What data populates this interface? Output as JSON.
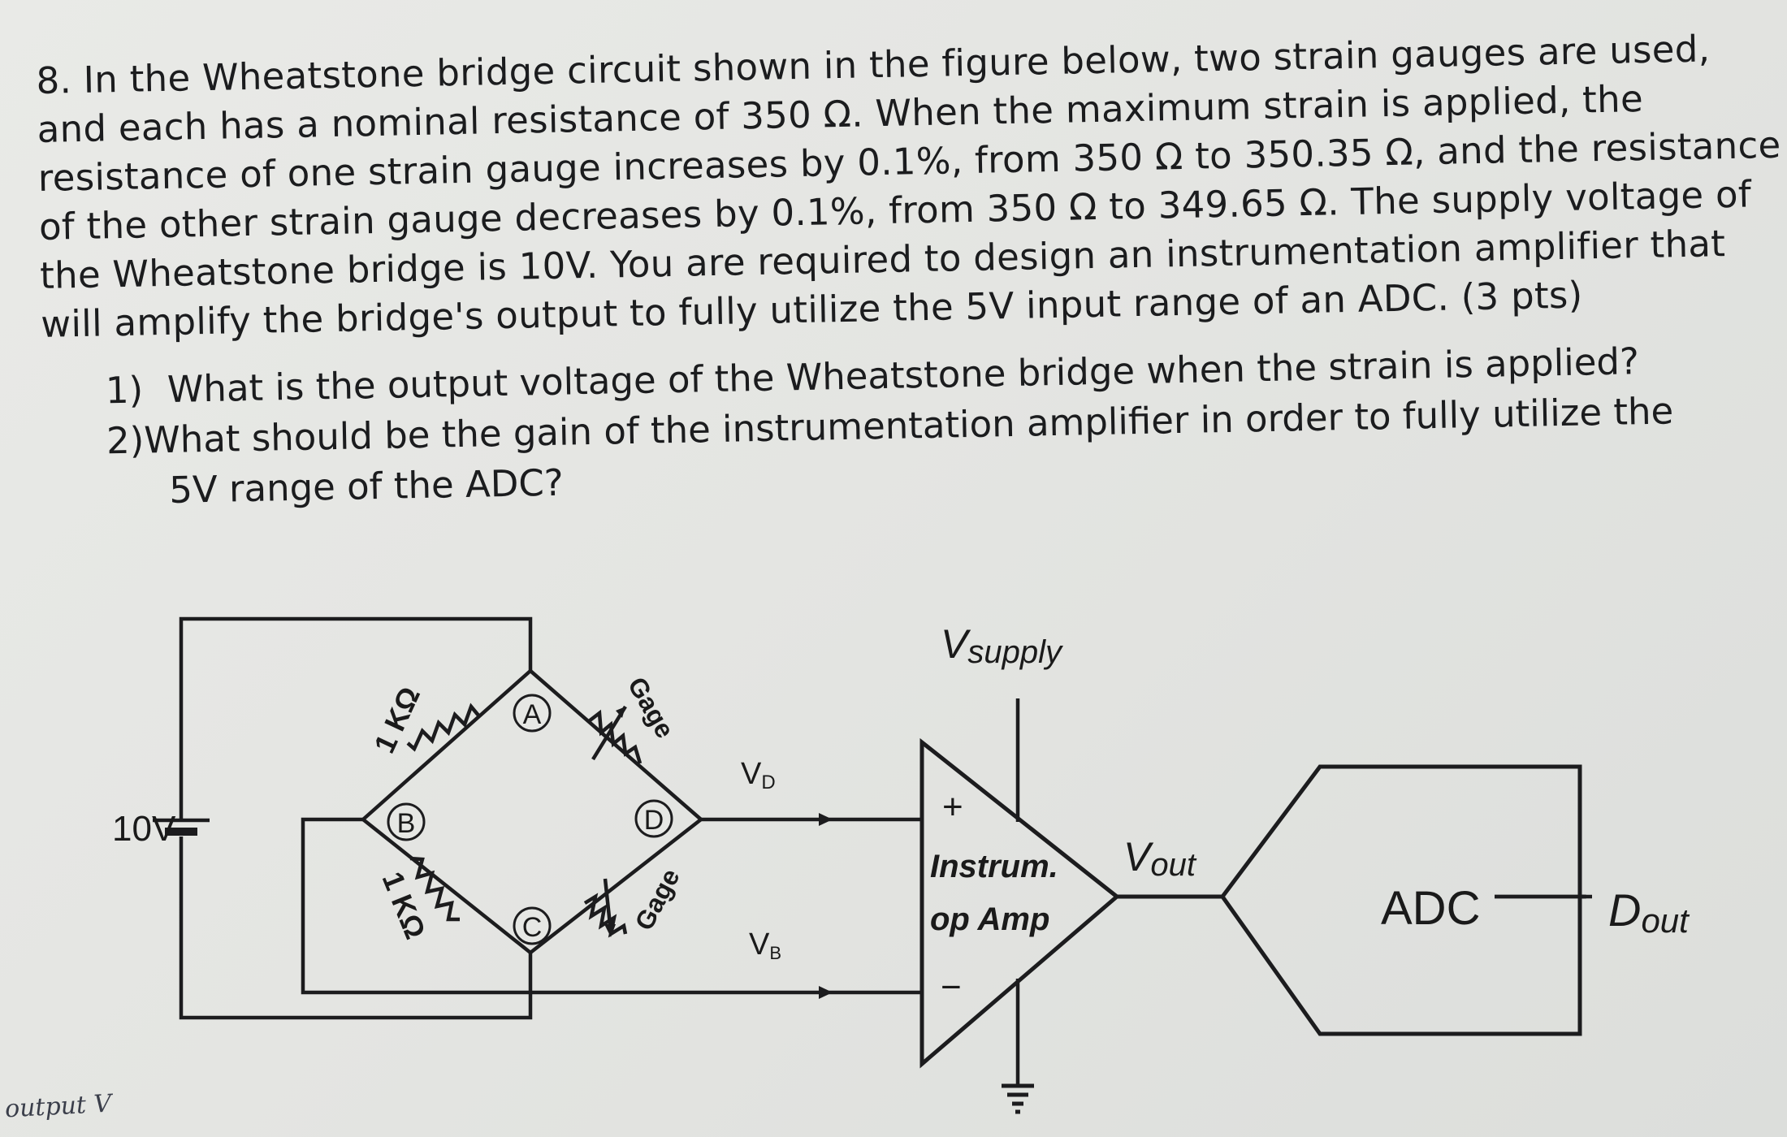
{
  "question": {
    "lines": [
      "8. In the Wheatstone bridge circuit shown in the figure below, two strain gauges are used,",
      "and each has a nominal resistance of 350 Ω. When the maximum strain is applied, the",
      "resistance of one strain gauge increases by 0.1%, from 350 Ω to 350.35 Ω, and the resistance",
      "of the other strain gauge decreases by 0.1%, from 350 Ω to 349.65 Ω. The supply voltage of",
      "the Wheatstone bridge is 10V. You are required to design an instrumentation amplifier that",
      "will amplify the bridge's output to fully utilize the 5V input range of an ADC. (3 pts)"
    ],
    "sub_questions": [
      {
        "number": "1)",
        "text": "What is the output voltage of the Wheatstone bridge when the strain is applied?"
      },
      {
        "number": "2)",
        "text": "What should be the gain of the instrumentation amplifier in order to fully utilize the",
        "continuation": "5V range of the ADC?"
      }
    ]
  },
  "circuit": {
    "supply_label": "10V",
    "resistor_top_left": "1 KΩ",
    "resistor_bottom_left": "1 KΩ",
    "gage_top": "Gage",
    "gage_bottom": "Gage",
    "node_a": "A",
    "node_b": "B",
    "node_c": "C",
    "node_d": "D",
    "vd_main": "V",
    "vd_sub": "D",
    "vb_main": "V",
    "vb_sub": "B",
    "vsupply_main": "V",
    "vsupply_sub": "supply",
    "amp_plus": "+",
    "amp_minus": "−",
    "amp_line1": "Instrum.",
    "amp_line2": "op Amp",
    "vout_main": "V",
    "vout_sub": "out",
    "adc_label": "ADC",
    "dout_main": "D",
    "dout_sub": "out"
  },
  "handwritten_note": "output V"
}
